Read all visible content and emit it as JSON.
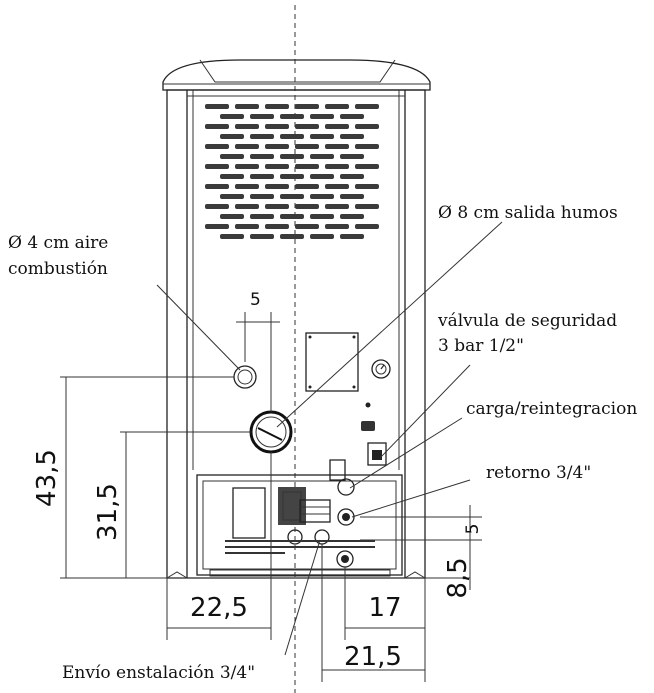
{
  "labels": {
    "air_combustion_line1": "Ø 4 cm aire",
    "air_combustion_line2": "combustión",
    "smoke_outlet": "Ø 8 cm salida humos",
    "safety_valve_line1": "válvula de seguridad",
    "safety_valve_line2": "3 bar 1/2\"",
    "charge": "carga/reintegracion",
    "return": "retorno 3/4\"",
    "supply": "Envío enstalación 3/4\""
  },
  "dimensions": {
    "height_air_inlet": "43,5",
    "height_smoke_outlet": "31,5",
    "offset_air_inlet": "5",
    "width_22_5": "22,5",
    "width_17": "17",
    "width_21_5": "21,5",
    "height_8_5": "8,5",
    "height_5": "5"
  },
  "colors": {
    "line": "#222222",
    "grille": "#3a3a3a",
    "background": "#ffffff"
  }
}
